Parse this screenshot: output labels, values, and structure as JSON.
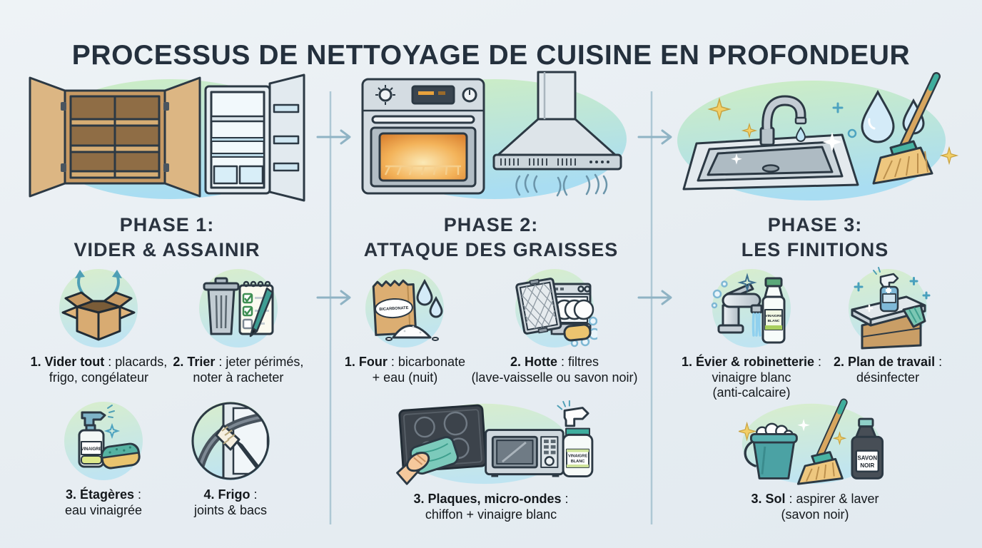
{
  "title": "PROCESSUS DE NETTOYAGE DE CUISINE EN PROFONDEUR",
  "colors": {
    "background": "#e9eef3",
    "title_text": "#24303d",
    "heading_text": "#2a333f",
    "caption_text": "#14181c",
    "divider": "#aec8d5",
    "arrow": "#8fb3c4",
    "blob_green": "#cfeec2",
    "blob_blue": "#a9ddf2",
    "accent_teal": "#4f9fb5",
    "wood": "#dcb683",
    "steel": "#cfd8de"
  },
  "phases": [
    {
      "heading1": "PHASE 1:",
      "heading2": "VIDER & ASSAINIR",
      "hero_icon": "open-cabinet-and-open-fridge",
      "steps": [
        {
          "icon": "open-box-arrows",
          "bold": "1. Vider tout",
          "rest": " : placards,",
          "line2": "frigo, congélateur"
        },
        {
          "icon": "trash-checklist-pen",
          "bold": "2. Trier",
          "rest": " : jeter périmés,",
          "line2": "noter à racheter"
        },
        {
          "icon": "vinegar-spray-sponge",
          "icon_label": "VINAIGRE",
          "bold": "3. Étagères",
          "rest": " :",
          "line2": "eau vinaigrée"
        },
        {
          "icon": "fridge-gasket-brush",
          "bold": "4. Frigo",
          "rest": " :",
          "line2": "joints & bacs"
        }
      ]
    },
    {
      "heading1": "PHASE 2:",
      "heading2": "ATTAQUE DES GRAISSES",
      "hero_icon": "oven-and-range-hood",
      "steps": [
        {
          "icon": "bicarbonate-bag-drops",
          "icon_label": "BICARBONATE",
          "bold": "1. Four",
          "rest": " : bicarbonate",
          "line2": "+ eau (nuit)"
        },
        {
          "icon": "hood-filter-dishwasher-soap",
          "bold": "2. Hotte",
          "rest": " : filtres",
          "line2": "(lave-vaisselle ou savon noir)"
        },
        {
          "icon": "cooktop-microwave-spray",
          "icon_label1": "VINAIGRE",
          "icon_label2": "BLANC",
          "bold": "3. Plaques, micro-ondes",
          "rest": " :",
          "line2": "chiffon + vinaigre blanc"
        }
      ]
    },
    {
      "heading1": "PHASE 3:",
      "heading2": "LES FINITIONS",
      "hero_icon": "sink-water-drops-broom",
      "steps": [
        {
          "icon": "faucet-vinegar-bottle",
          "icon_label1": "VINAIGRE",
          "icon_label2": "BLANC",
          "bold": "1. Évier & robinetterie",
          "rest": " :",
          "line2": "vinaigre blanc",
          "line3": "(anti-calcaire)"
        },
        {
          "icon": "countertop-spray-towel",
          "bold": "2. Plan de travail",
          "rest": " :",
          "line2": "désinfecter"
        },
        {
          "icon": "bucket-broom-black-soap",
          "icon_label1": "SAVON",
          "icon_label2": "NOIR",
          "bold": "3. Sol",
          "rest": " : aspirer & laver",
          "line2": "(savon noir)"
        }
      ]
    }
  ]
}
